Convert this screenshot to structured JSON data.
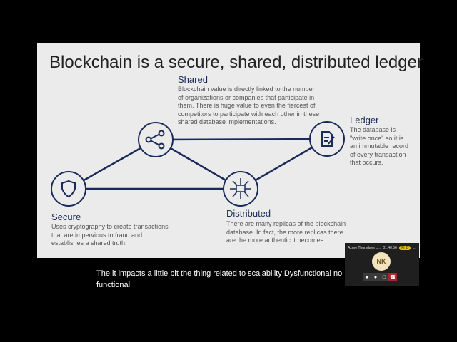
{
  "slide": {
    "title": "Blockchain is a secure, shared, distributed ledger",
    "nodes": [
      {
        "key": "shared",
        "heading": "Shared",
        "text": "Blockchain value is directly linked to the number of organizations or companies that participate in them. There is huge value to even the fiercest of competitors to participate with each other in these shared database implementations.",
        "icon": "share-icon"
      },
      {
        "key": "ledger",
        "heading": "Ledger",
        "text": "The database is \"write once\" so it is an immutable record of every transaction that occurs.",
        "icon": "document-edit-icon"
      },
      {
        "key": "secure",
        "heading": "Secure",
        "text": "Uses cryptography to create transactions that are impervious to fraud and establishes a shared truth.",
        "icon": "shield-icon"
      },
      {
        "key": "distributed",
        "heading": "Distributed",
        "text": "There are many replicas of the blockchain database. In fact, the more replicas there are the more authentic it becomes.",
        "icon": "network-icon"
      }
    ],
    "accent": "#1a2b5a"
  },
  "caption": "The it impacts a little bit the thing related to scalability Dysfunctional no functional",
  "call": {
    "title": "Azure Thursdays L...",
    "time": "01:40:56",
    "badge": "FHD",
    "more": "...",
    "initials": "NK"
  }
}
